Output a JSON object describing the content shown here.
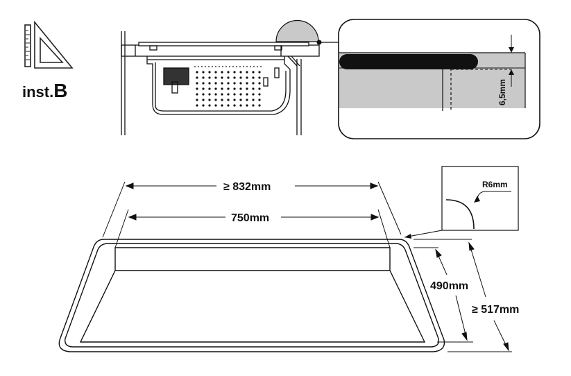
{
  "badge": {
    "prefix": "inst.",
    "letter": "B",
    "icon": "set-square-ruler-icon"
  },
  "detail": {
    "gap_label": "6,5mm"
  },
  "corner": {
    "radius_label": "R6mm"
  },
  "dimensions": {
    "outer_width": "≥ 832mm",
    "inner_width": "750mm",
    "inner_depth": "490mm",
    "outer_depth": "≥ 517mm"
  },
  "colors": {
    "line": "#111111",
    "fill_gray": "#c9c9c9",
    "fill_dark": "#111111",
    "bg": "#ffffff"
  }
}
